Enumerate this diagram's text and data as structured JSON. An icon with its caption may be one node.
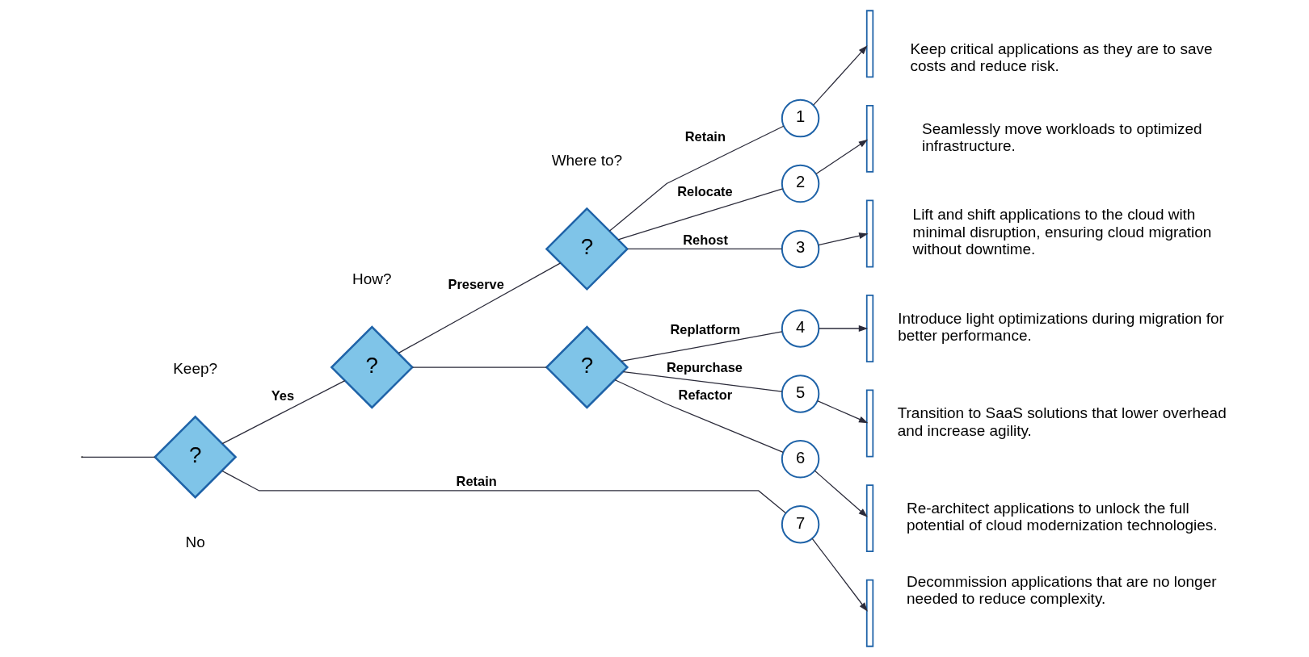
{
  "diagram": {
    "nodes": [
      {
        "text": [
          "?"
        ]
      },
      {
        "text": [
          "?"
        ]
      },
      {
        "text": [
          "?"
        ]
      },
      {
        "text": [
          "?"
        ]
      },
      {
        "text": [
          "1"
        ]
      },
      {
        "text": [
          "2"
        ]
      },
      {
        "text": [
          "3"
        ]
      },
      {
        "text": [
          "4"
        ]
      },
      {
        "text": [
          "5"
        ]
      },
      {
        "text": [
          "6"
        ]
      },
      {
        "text": [
          "7"
        ]
      },
      {
        "text": [],
        "shape": "bar",
        "beside": [
          "Keep critical applications as they are to save costs and reduce risk."
        ]
      },
      {
        "text": [],
        "shape": "bar",
        "beside": [
          "Seamlessly move workloads to optimized infrastructure."
        ]
      },
      {
        "text": [],
        "shape": "bar",
        "beside": [
          "Lift and shift applications to the cloud with minimal disruption, ensuring cloud migration without downtime."
        ]
      },
      {
        "text": [],
        "shape": "bar",
        "beside": [
          "Introduce light optimizations during migration for better performance."
        ]
      },
      {
        "text": [],
        "shape": "bar",
        "beside": [
          "Transition to SaaS solutions that lower overhead and increase agility."
        ]
      },
      {
        "text": [],
        "shape": "bar",
        "beside": [
          "Re-architect applications to unlock the full potential of cloud modernization technologies."
        ]
      },
      {
        "text": [],
        "shape": "bar",
        "beside": [
          "Decommission applications that are no longer needed to reduce complexity."
        ]
      }
    ],
    "edges": [
      {
        "from": null,
        "to": 0,
        "arrow": "none"
      },
      {
        "from": 0,
        "to": 1,
        "arrow": "none",
        "label": "Yes"
      },
      {
        "from": 1,
        "to": 2,
        "arrow": "none",
        "label": "Preserve"
      },
      {
        "from": 2,
        "to": 4,
        "arrow": "none",
        "label": "Retain"
      },
      {
        "from": 2,
        "to": 5,
        "arrow": "none",
        "label": "Relocate"
      },
      {
        "from": 2,
        "to": 6,
        "arrow": "none",
        "label": "Rehost"
      },
      {
        "from": 1,
        "to": 3,
        "arrow": "none"
      },
      {
        "from": 3,
        "to": 7,
        "arrow": "none",
        "label": "Replatform"
      },
      {
        "from": 3,
        "to": 8,
        "arrow": "none",
        "label": "Repurchase"
      },
      {
        "from": 3,
        "to": 9,
        "arrow": "none",
        "label": "Refactor"
      },
      {
        "from": 0,
        "to": 10,
        "arrow": "none",
        "label": "Retain"
      },
      {
        "from": 4,
        "to": 11,
        "arrow": "to"
      },
      {
        "from": 5,
        "to": 12,
        "arrow": "to"
      },
      {
        "from": 6,
        "to": 13,
        "arrow": "to"
      },
      {
        "from": 7,
        "to": 14,
        "arrow": "to"
      },
      {
        "from": 8,
        "to": 15,
        "arrow": "to"
      },
      {
        "from": 9,
        "to": 16,
        "arrow": "to"
      },
      {
        "from": 10,
        "to": 17,
        "arrow": "to"
      }
    ],
    "labels": [
      "Keep?",
      "How?",
      "Where to?",
      "No"
    ]
  }
}
